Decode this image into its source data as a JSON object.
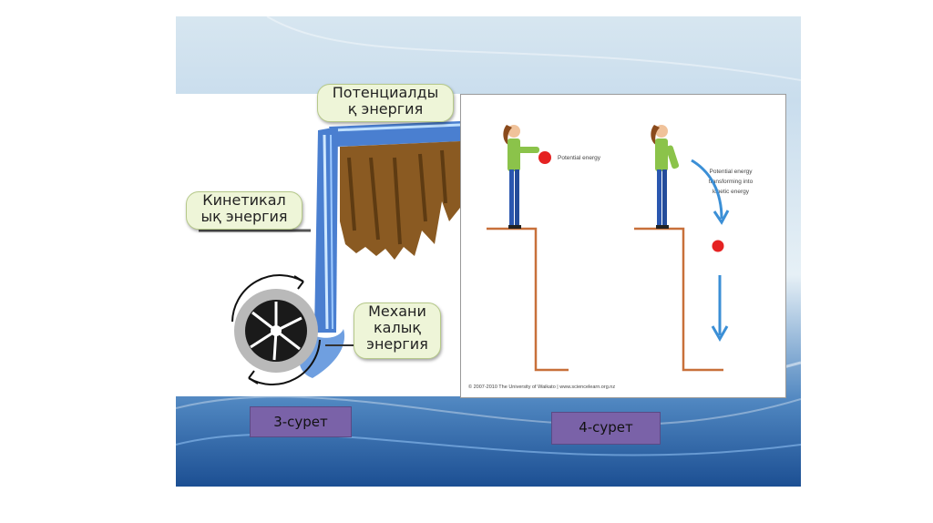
{
  "figure3": {
    "potential_label": "Потенциалды\nқ энергия",
    "kinetic_label": "Кинетикал\nық энергия",
    "mechanical_label": "Механи\nкалық\nэнергия",
    "caption": "3-сурет"
  },
  "figure4": {
    "potential_text": "Potential energy",
    "transform_text": [
      "Potential energy",
      "transforming into",
      "kinetic energy"
    ],
    "copyright": "© 2007-2010 The University of Waikato | www.sciencelearn.org.nz",
    "caption": "4-сурет"
  },
  "colors": {
    "water": "#4a7fd0",
    "rock": "#8a5a22",
    "ball": "#e52222",
    "arrow": "#3b8fd6",
    "ledge": "#c8703a",
    "caption_bg": "#7a62a8"
  }
}
